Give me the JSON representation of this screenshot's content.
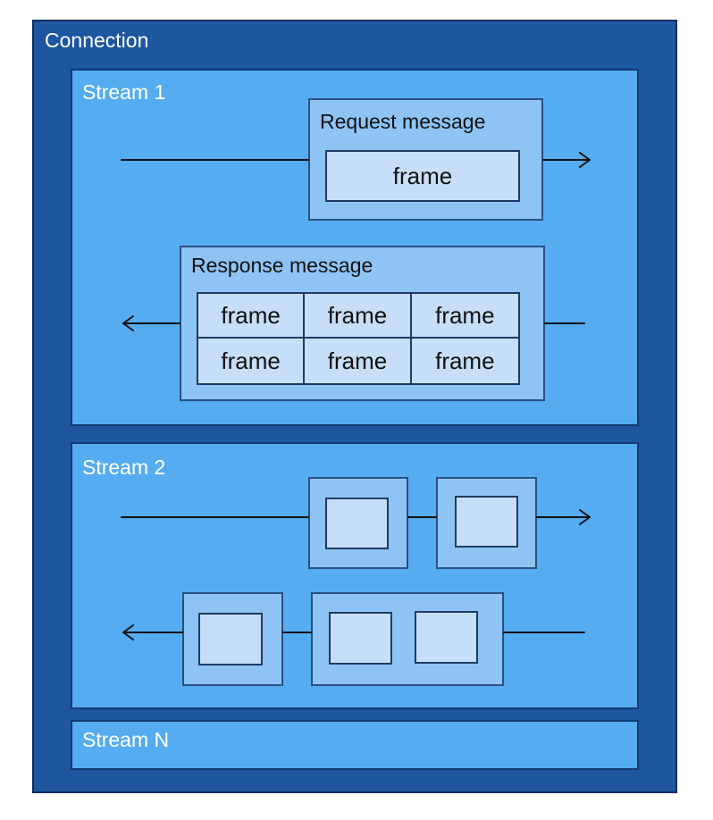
{
  "connection": {
    "label": "Connection"
  },
  "stream1": {
    "label": "Stream 1",
    "request": {
      "label": "Request message",
      "frame": "frame"
    },
    "response": {
      "label": "Response message",
      "frames": [
        "frame",
        "frame",
        "frame",
        "frame",
        "frame",
        "frame"
      ]
    }
  },
  "stream2": {
    "label": "Stream 2"
  },
  "streamN": {
    "label": "Stream N"
  },
  "colors": {
    "connection": "#1e56a0",
    "stream": "#55acf0",
    "message": "#8ec4f4",
    "frame": "#c6def7",
    "arrow": "#111111"
  }
}
